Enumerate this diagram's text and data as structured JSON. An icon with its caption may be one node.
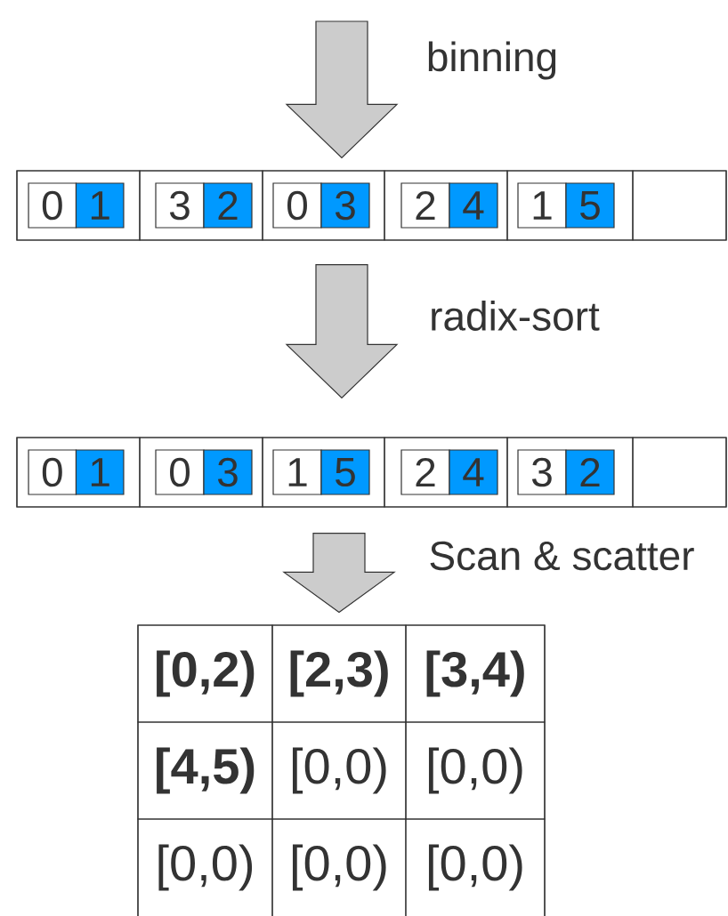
{
  "diagram": {
    "nodes": [
      {
        "text": [],
        "shape": "box"
      },
      {
        "text": [
          "0",
          "1"
        ],
        "in": 0
      },
      {
        "text": [
          "3",
          "2"
        ],
        "in": 0
      },
      {
        "text": [
          "0",
          "3"
        ],
        "in": 0
      },
      {
        "text": [
          "2",
          "4"
        ],
        "in": 0
      },
      {
        "text": [
          "1",
          "5"
        ],
        "in": 0
      },
      {
        "text": [],
        "shape": "box",
        "in": 0
      },
      {
        "text": [],
        "shape": "box"
      },
      {
        "text": [
          "0",
          "1"
        ],
        "in": 7
      },
      {
        "text": [
          "0",
          "3"
        ],
        "in": 7
      },
      {
        "text": [
          "1",
          "5"
        ],
        "in": 7
      },
      {
        "text": [
          "2",
          "4"
        ],
        "in": 7
      },
      {
        "text": [
          "3",
          "2"
        ],
        "in": 7
      },
      {
        "text": [],
        "shape": "box",
        "in": 7
      },
      {
        "text": [],
        "shape": "box"
      },
      {
        "text": [
          "[0,2)"
        ],
        "in": 14
      },
      {
        "text": [
          "[2,3)"
        ],
        "in": 14
      },
      {
        "text": [
          "[3,4)"
        ],
        "in": 14
      },
      {
        "text": [
          "[4,5)"
        ],
        "in": 14
      },
      {
        "text": [
          "[0,0)"
        ],
        "in": 14
      },
      {
        "text": [
          "[0,0)"
        ],
        "in": 14
      },
      {
        "text": [
          "[0,0)"
        ],
        "in": 14
      },
      {
        "text": [
          "[0,0)"
        ],
        "in": 14
      },
      {
        "text": [
          "[0,0)"
        ],
        "in": 14
      }
    ],
    "edges": [
      {
        "from": null,
        "to": 0,
        "arrow": "to",
        "label": "binning"
      },
      {
        "from": 0,
        "to": 7,
        "arrow": "to",
        "label": "radix-sort"
      },
      {
        "from": 7,
        "to": 14,
        "arrow": "to",
        "label": "Scan & scatter"
      }
    ]
  }
}
